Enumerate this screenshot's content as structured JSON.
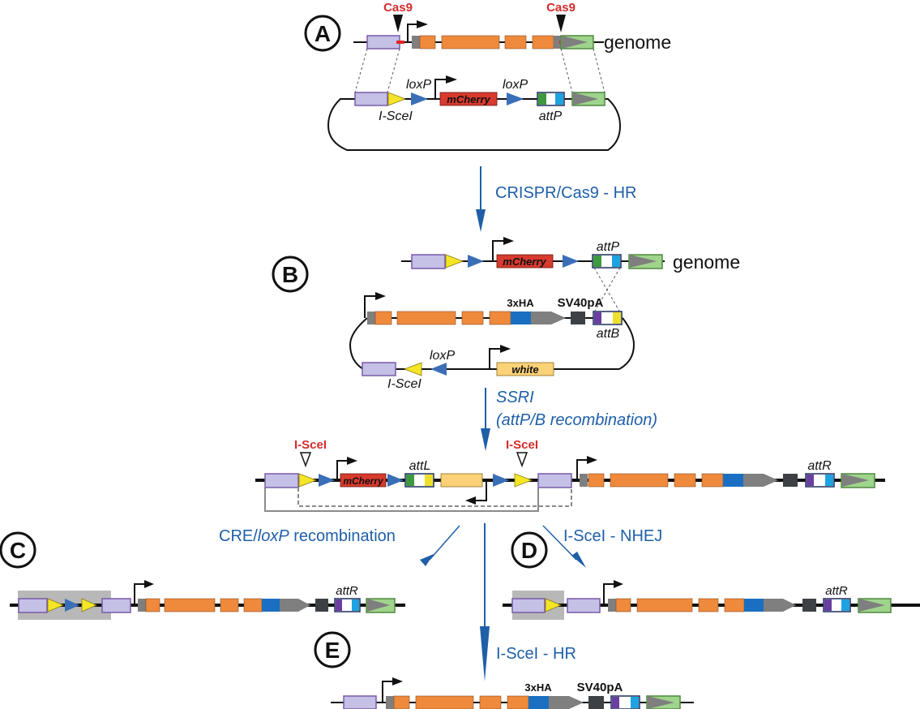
{
  "panels": {
    "A": "A",
    "B": "B",
    "C": "C",
    "D": "D",
    "E": "E"
  },
  "labels": {
    "cas9_left": "Cas9",
    "cas9_right": "Cas9",
    "genome_a": "genome",
    "genome_b": "genome",
    "loxp_1": "loxP",
    "loxp_2": "loxP",
    "loxp_b": "loxP",
    "isce_a": "I-SceI",
    "isce_b": "I-SceI",
    "mcherry_a": "mCherry",
    "mcherry_b": "mCherry",
    "mcherry_mid": "mCherry",
    "attp_a": "attP",
    "attp_b": "attP",
    "attb": "attB",
    "attl": "attL",
    "attr_mid": "attR",
    "attr_c": "attR",
    "attr_d": "attR",
    "ha_b": "3xHA",
    "ha_e": "3xHA",
    "sv40_b": "SV40pA",
    "sv40_e": "SV40pA",
    "white": "white",
    "isce_red_left": "I-SceI",
    "isce_red_right": "I-SceI"
  },
  "steps": {
    "crispr": "CRISPR/Cas9 - HR",
    "ssri": "SSRI",
    "ssri_sub": "(attP/B recombination)",
    "cre_prefix": "CRE/",
    "cre_italic": "loxP",
    "cre_suffix": " recombination",
    "nhej": "I-SceI - NHEJ",
    "hr": "I-SceI - HR"
  },
  "colors": {
    "homology_arm": "#c4c0e6",
    "homology_border": "#7a5aa8",
    "exon": "#ef8a3c",
    "utr": "#7f7f7f",
    "tag": "#1b6fc2",
    "green_arm": "#9fd48c",
    "mcherry": "#d83a2e",
    "white_gene": "#fbd277",
    "isce_site": "#f4e626",
    "loxp": "#3a6fb8",
    "step_arrow": "#1f5fa8",
    "cut_label": "#d52b2b"
  }
}
